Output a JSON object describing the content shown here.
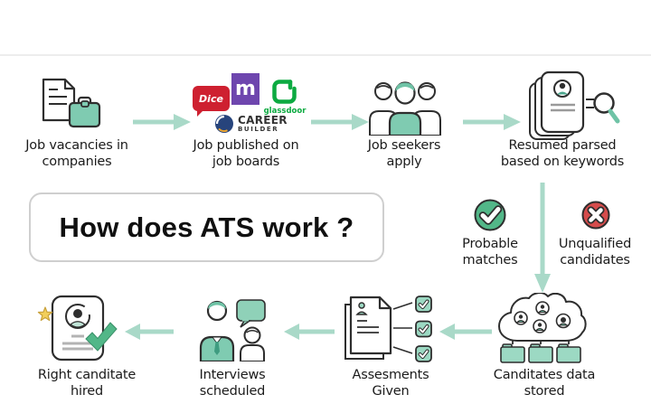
{
  "title": "How does ATS work ?",
  "top_steps": [
    {
      "label": "Job vacancies in\ncompanies"
    },
    {
      "label": "Job published on\njob boards",
      "logos": {
        "dice": "Dice",
        "monster": "m",
        "glassdoor": "glassdoor",
        "careerbuilder_line1": "CAREER",
        "careerbuilder_line2": "BUILDER"
      }
    },
    {
      "label": "Job seekers\napply"
    },
    {
      "label": "Resumed parsed\nbased on keywords"
    }
  ],
  "branch": {
    "probable": "Probable\nmatches",
    "unqualified": "Unqualified\ncandidates"
  },
  "bottom_steps": [
    {
      "label": "Canditates data\nstored"
    },
    {
      "label": "Assesments\nGiven"
    },
    {
      "label": "Interviews\nscheduled"
    },
    {
      "label": "Right canditate\nhired"
    }
  ],
  "colors": {
    "teal_fill": "#7fcbb1",
    "teal_dark": "#4ba58c",
    "arrow_teal": "#a9d9c8",
    "box_teal": "#9cd9c3",
    "outline": "#2e2e2e",
    "match_green": "#52b788",
    "reject_red": "#d64c4c",
    "dice_red": "#ce2030",
    "monster_purple": "#6e46ae",
    "glassdoor_green": "#0caa41",
    "careerbuilder_navy": "#27447c",
    "star_yellow": "#f2cf5b"
  }
}
